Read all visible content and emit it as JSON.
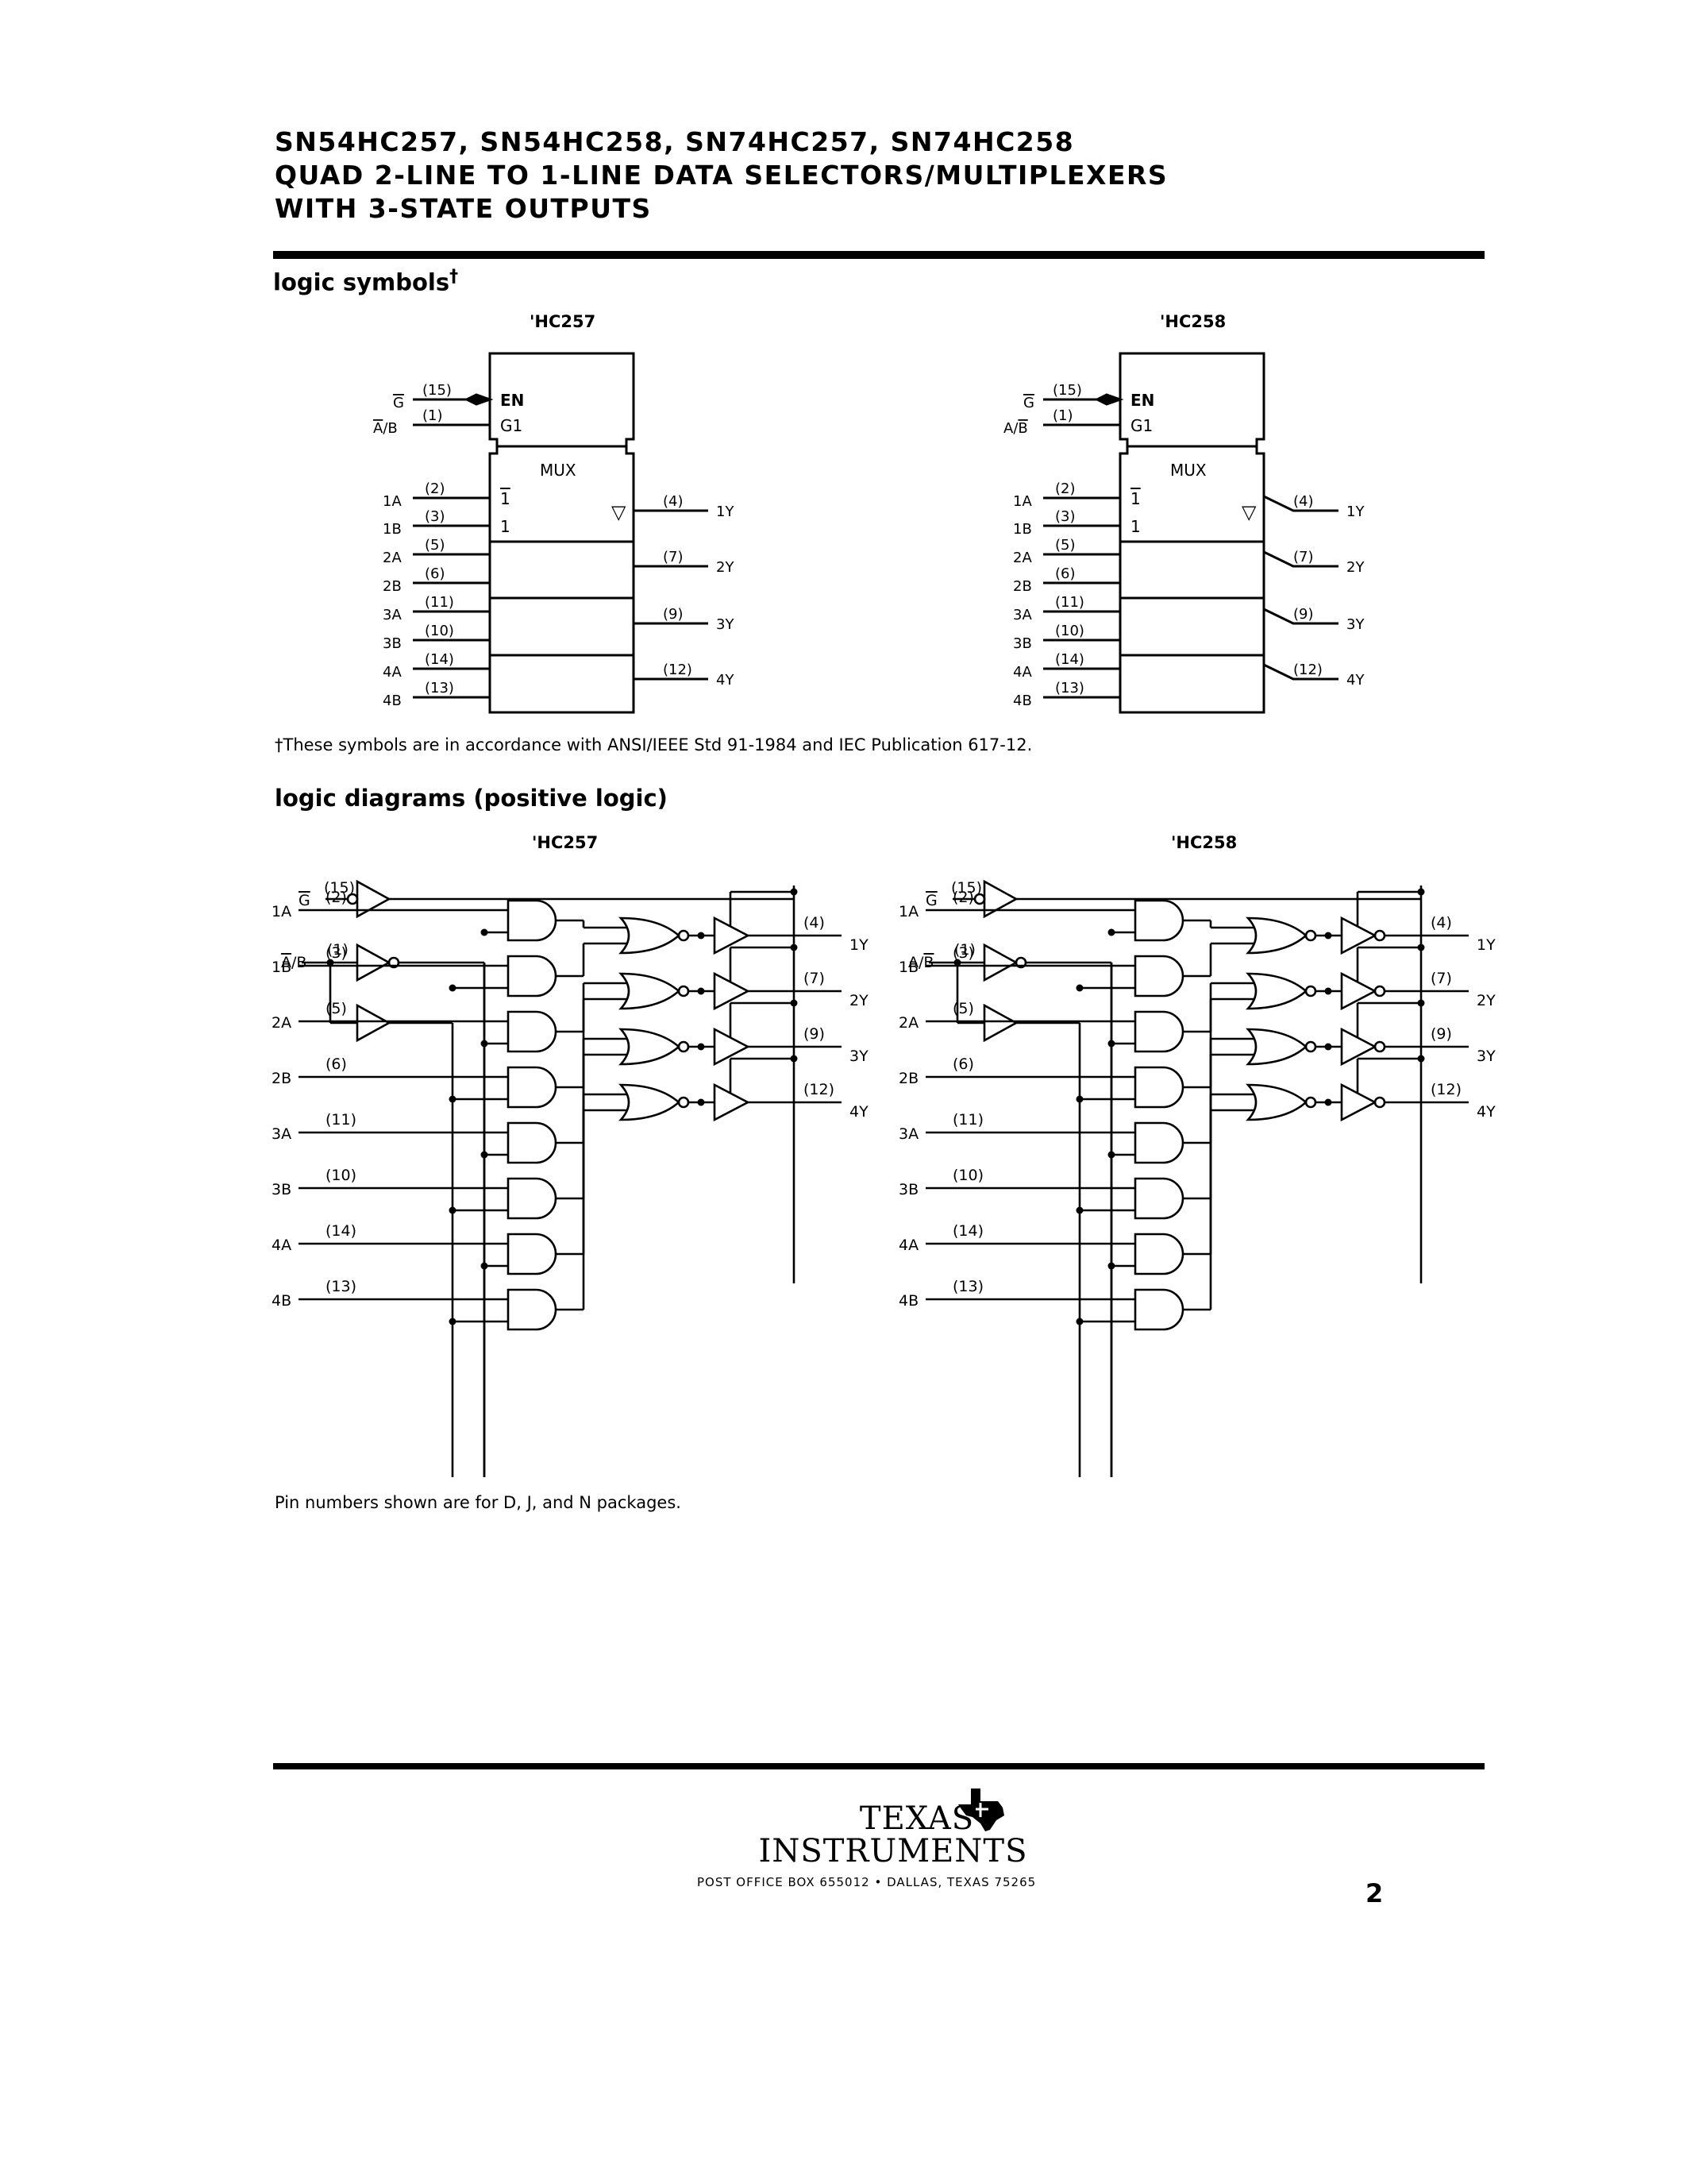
{
  "header": {
    "title_line1": "SN54HC257, SN54HC258, SN74HC257, SN74HC258",
    "title_line2": "QUAD 2-LINE TO 1-LINE DATA SELECTORS/MULTIPLEXERS",
    "title_line3": "WITH 3-STATE OUTPUTS"
  },
  "logic_symbols": {
    "heading": "logic symbols",
    "dagger": "†",
    "footnote": "†These symbols are in accordance with ANSI/IEEE Std 91-1984 and IEC Publication 617-12.",
    "hc257": {
      "label": "'HC257",
      "en": "EN",
      "g1": "G1",
      "mux": "MUX",
      "one_bar": "1",
      "one": "1",
      "tri": "▽",
      "control_inputs": [
        {
          "name": "G",
          "pin": "(15)"
        },
        {
          "name": "A/B",
          "pin": "(1)"
        }
      ],
      "inputs": [
        {
          "name": "1A",
          "pin": "(2)"
        },
        {
          "name": "1B",
          "pin": "(3)"
        },
        {
          "name": "2A",
          "pin": "(5)"
        },
        {
          "name": "2B",
          "pin": "(6)"
        },
        {
          "name": "3A",
          "pin": "(11)"
        },
        {
          "name": "3B",
          "pin": "(10)"
        },
        {
          "name": "4A",
          "pin": "(14)"
        },
        {
          "name": "4B",
          "pin": "(13)"
        }
      ],
      "outputs": [
        {
          "name": "1Y",
          "pin": "(4)"
        },
        {
          "name": "2Y",
          "pin": "(7)"
        },
        {
          "name": "3Y",
          "pin": "(9)"
        },
        {
          "name": "4Y",
          "pin": "(12)"
        }
      ]
    },
    "hc258": {
      "label": "'HC258",
      "en": "EN",
      "g1": "G1",
      "mux": "MUX",
      "one_bar": "1",
      "one": "1",
      "tri": "▽",
      "control_inputs": [
        {
          "name": "G",
          "pin": "(15)"
        },
        {
          "name": "A/B",
          "pin": "(1)"
        }
      ],
      "inputs": [
        {
          "name": "1A",
          "pin": "(2)"
        },
        {
          "name": "1B",
          "pin": "(3)"
        },
        {
          "name": "2A",
          "pin": "(5)"
        },
        {
          "name": "2B",
          "pin": "(6)"
        },
        {
          "name": "3A",
          "pin": "(11)"
        },
        {
          "name": "3B",
          "pin": "(10)"
        },
        {
          "name": "4A",
          "pin": "(14)"
        },
        {
          "name": "4B",
          "pin": "(13)"
        }
      ],
      "outputs": [
        {
          "name": "1Y",
          "pin": "(4)"
        },
        {
          "name": "2Y",
          "pin": "(7)"
        },
        {
          "name": "3Y",
          "pin": "(9)"
        },
        {
          "name": "4Y",
          "pin": "(12)"
        }
      ]
    }
  },
  "logic_diagrams": {
    "heading": "logic diagrams (positive logic)",
    "note": "Pin numbers shown are for D, J, and N packages.",
    "hc257": {
      "label": "'HC257",
      "control_inputs": [
        {
          "name": "G",
          "pin": "(15)"
        },
        {
          "name": "A/B",
          "pin": "(1)"
        }
      ],
      "inputs": [
        {
          "name": "1A",
          "pin": "(2)"
        },
        {
          "name": "1B",
          "pin": "(3)"
        },
        {
          "name": "2A",
          "pin": "(5)"
        },
        {
          "name": "2B",
          "pin": "(6)"
        },
        {
          "name": "3A",
          "pin": "(11)"
        },
        {
          "name": "3B",
          "pin": "(10)"
        },
        {
          "name": "4A",
          "pin": "(14)"
        },
        {
          "name": "4B",
          "pin": "(13)"
        }
      ],
      "outputs": [
        {
          "name": "1Y",
          "pin": "(4)"
        },
        {
          "name": "2Y",
          "pin": "(7)"
        },
        {
          "name": "3Y",
          "pin": "(9)"
        },
        {
          "name": "4Y",
          "pin": "(12)"
        }
      ]
    },
    "hc258": {
      "label": "'HC258",
      "control_inputs": [
        {
          "name": "G",
          "pin": "(15)"
        },
        {
          "name": "A/B",
          "pin": "(1)"
        }
      ],
      "inputs": [
        {
          "name": "1A",
          "pin": "(2)"
        },
        {
          "name": "1B",
          "pin": "(3)"
        },
        {
          "name": "2A",
          "pin": "(5)"
        },
        {
          "name": "2B",
          "pin": "(6)"
        },
        {
          "name": "3A",
          "pin": "(11)"
        },
        {
          "name": "3B",
          "pin": "(10)"
        },
        {
          "name": "4A",
          "pin": "(14)"
        },
        {
          "name": "4B",
          "pin": "(13)"
        }
      ],
      "outputs": [
        {
          "name": "1Y",
          "pin": "(4)"
        },
        {
          "name": "2Y",
          "pin": "(7)"
        },
        {
          "name": "3Y",
          "pin": "(9)"
        },
        {
          "name": "4Y",
          "pin": "(12)"
        }
      ]
    }
  },
  "footer": {
    "logo_line1": "TEXAS",
    "logo_line2": "INSTRUMENTS",
    "address": "POST OFFICE BOX 655012 • DALLAS, TEXAS 75265",
    "page_number": "2"
  }
}
